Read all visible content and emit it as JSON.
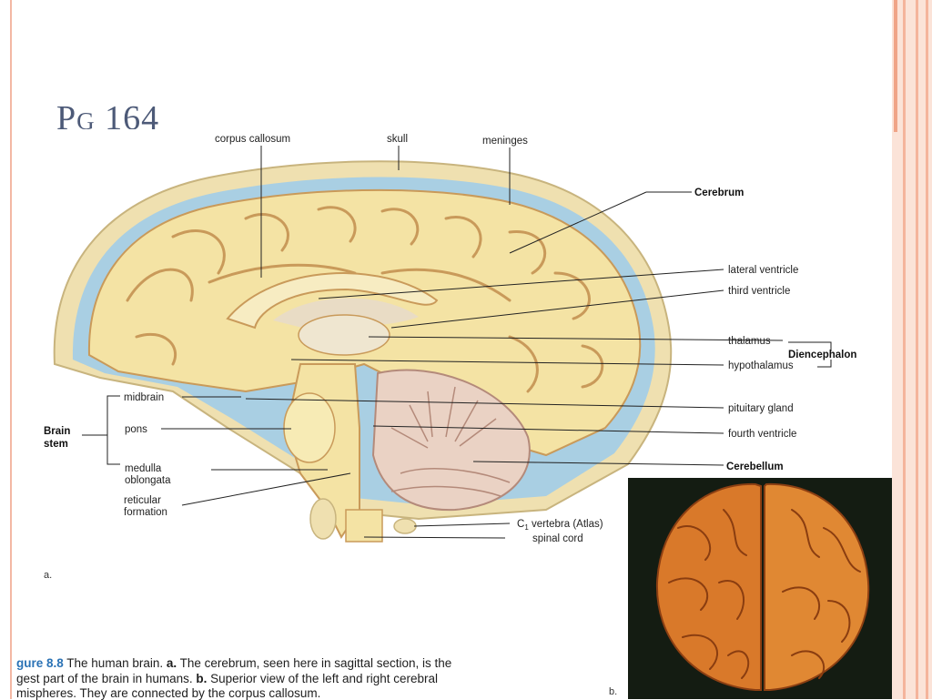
{
  "slide": {
    "title": "Pg 164"
  },
  "labels": {
    "corpus_callosum": "corpus callosum",
    "skull": "skull",
    "meninges": "meninges",
    "cerebrum": "Cerebrum",
    "lateral_ventricle": "lateral ventricle",
    "third_ventricle": "third ventricle",
    "thalamus": "thalamus",
    "diencephalon": "Diencephalon",
    "hypothalamus": "hypothalamus",
    "midbrain": "midbrain",
    "pituitary_gland": "pituitary gland",
    "brain_stem_line1": "Brain",
    "brain_stem_line2": "stem",
    "pons": "pons",
    "fourth_ventricle": "fourth ventricle",
    "medulla_line1": "medulla",
    "medulla_line2": "oblongata",
    "cerebellum": "Cerebellum",
    "reticular_line1": "reticular",
    "reticular_line2": "formation",
    "c1_vertebra_prefix": "C",
    "c1_vertebra_sub": "1",
    "c1_vertebra_rest": " vertebra (Atlas)",
    "spinal_cord": "spinal cord",
    "part_a": "a.",
    "part_b": "b."
  },
  "caption": {
    "figure_label": "gure 8.8",
    "line1_text": " The human brain. ",
    "line1_a": "a.",
    "line1_rest": " The cerebrum, seen here in sagittal section, is the",
    "line2_text": "gest part of the brain in humans. ",
    "line2_b": "b.",
    "line2_rest": " Superior view of the left and right cerebral",
    "line3_text": "mispheres. They are connected by the corpus callosum."
  },
  "colors": {
    "brain_tissue": "#f4e3a4",
    "sulci": "#c99a5a",
    "skull": "#efe0b0",
    "meninges": "#a9cfe3",
    "cerebellum": "#ead2c4",
    "photo_bg": "#141c12",
    "photo_brain": "#d9792a"
  }
}
